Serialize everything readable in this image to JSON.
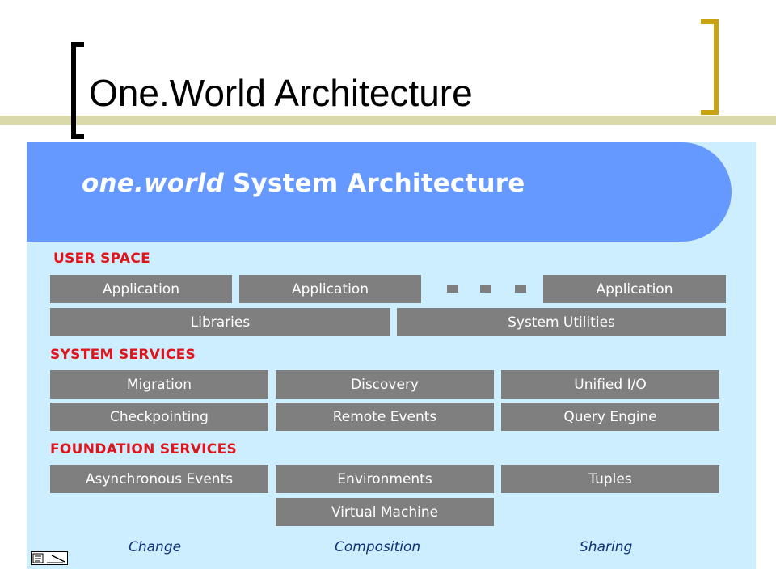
{
  "slide": {
    "title": "One.World Architecture"
  },
  "diagram": {
    "banner": {
      "brand": "one.world",
      "rest": "System Architecture"
    },
    "user_space": {
      "heading": "USER SPACE",
      "applications": [
        "Application",
        "Application",
        "Application"
      ],
      "libraries": "Libraries",
      "system_utilities": "System Utilities"
    },
    "system_services": {
      "heading": "SYSTEM SERVICES",
      "row1": [
        "Migration",
        "Discovery",
        "Unified I/O"
      ],
      "row2": [
        "Checkpointing",
        "Remote Events",
        "Query Engine"
      ]
    },
    "foundation_services": {
      "heading": "FOUNDATION SERVICES",
      "row1": [
        "Asynchronous Events",
        "Environments",
        "Tuples"
      ],
      "virtual_machine": "Virtual Machine"
    },
    "footer": [
      "Change",
      "Composition",
      "Sharing"
    ]
  },
  "colors": {
    "panel_bg": "#cceeff",
    "banner_bg": "#6699ff",
    "box_bg": "#7f7f7f",
    "section_heading": "#e0141b",
    "footer_text": "#13307a",
    "bracket_right": "#c9a30f"
  },
  "icons": {
    "notes": "notes-icon"
  }
}
